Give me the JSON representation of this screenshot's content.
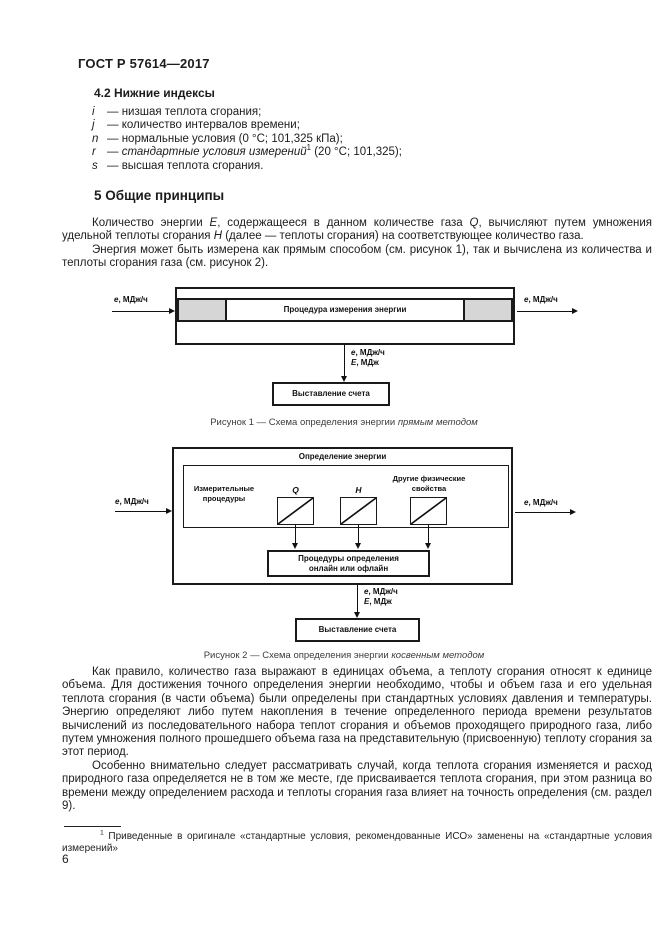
{
  "document": {
    "header": "ГОСТ Р 57614—2017",
    "page_number": "6"
  },
  "section_4_2": {
    "title": "4.2 Нижние индексы",
    "items": [
      {
        "symbol": "i",
        "segments": [
          {
            "t": "— низшая теплота сгорания;"
          }
        ]
      },
      {
        "symbol": "j",
        "segments": [
          {
            "t": "— количество интервалов времени;"
          }
        ]
      },
      {
        "symbol": "n",
        "segments": [
          {
            "t": "— нормальные условия (0 °С; 101,325 кПа);"
          }
        ]
      },
      {
        "symbol": "r",
        "segments": [
          {
            "t": "— "
          },
          {
            "t": "стандартные условия измерений",
            "i": true
          },
          {
            "t": "1",
            "sup": true
          },
          {
            "t": " (20 °С; 101,325);"
          }
        ]
      },
      {
        "symbol": "s",
        "segments": [
          {
            "t": "— высшая теплота сгорания."
          }
        ]
      }
    ]
  },
  "section_5": {
    "title": "5 Общие принципы",
    "paragraph_1": [
      {
        "t": "Количество энергии "
      },
      {
        "t": "E",
        "i": true
      },
      {
        "t": ", содержащееся в данном количестве газа "
      },
      {
        "t": "Q",
        "i": true
      },
      {
        "t": ", вычисляют путем умножения удельной теплоты сгорания "
      },
      {
        "t": "H",
        "i": true
      },
      {
        "t": " (далее — теплоты сгорания) на соответствующее количество газа."
      }
    ],
    "paragraph_2": [
      {
        "t": "Энергия может быть измерена как прямым способом (см. рисунок 1), так и вычислена из количества и теплоты сгорания газа (см. рисунок 2)."
      }
    ],
    "paragraph_3": [
      {
        "t": "Как правило, количество газа выражают в единицах объема, а теплоту сгорания относят к единице объема. Для достижения точного определения энергии необходимо, чтобы и объем газа и его удельная теплота сгорания (в части объема) были определены при стандартных условиях давления и температуры. Энергию определяют либо путем накопления в течение определенного периода времени результатов вычислений из последовательного набора теплот сгорания и объемов проходящего природного газа, либо путем умножения полного прошедшего объема газа на представительную (присвоенную) теплоту сгорания за этот период."
      }
    ],
    "paragraph_4": [
      {
        "t": "Особенно внимательно следует рассматривать случай, когда теплота сгорания изменяется и расход природного газа определяется не в том же месте, где присваивается теплота сгорания, при этом разница во времени между определением расхода и теплоты сгорания газа влияет на точность определения (см. раздел 9)."
      }
    ]
  },
  "figure_1": {
    "inlet_label": [
      {
        "t": "е",
        "i": true
      },
      {
        "t": ", МДж/ч"
      }
    ],
    "outlet_label": [
      {
        "t": "е",
        "i": true
      },
      {
        "t": ", МДж/ч"
      }
    ],
    "process_box": "Процедура измерения энергии",
    "output_label_line1": [
      {
        "t": "е",
        "i": true
      },
      {
        "t": ", МДж/ч"
      }
    ],
    "output_label_line2": [
      {
        "t": "Е",
        "i": true
      },
      {
        "t": ", МДж"
      }
    ],
    "billing_box": "Выставление счета",
    "caption": [
      {
        "t": "Рисунок 1 — Схема определения энергии "
      },
      {
        "t": "прямым методом",
        "i": true
      }
    ]
  },
  "figure_2": {
    "title": "Определение энергии",
    "measuring_label": "Измерительные процедуры",
    "box_q_label": "Q",
    "box_h_label": "H",
    "box_other_label": "Другие физические свойства",
    "processing_box": "Процедуры определения онлайн или офлайн",
    "inlet_label": [
      {
        "t": "е",
        "i": true
      },
      {
        "t": ", МДж/ч"
      }
    ],
    "outlet_label": [
      {
        "t": "е",
        "i": true
      },
      {
        "t": ", МДж/ч"
      }
    ],
    "output_label_line1": [
      {
        "t": "е",
        "i": true
      },
      {
        "t": ", МДж/ч"
      }
    ],
    "output_label_line2": [
      {
        "t": "Е",
        "i": true
      },
      {
        "t": ", МДж"
      }
    ],
    "billing_box": "Выставление счета",
    "caption": [
      {
        "t": "Рисунок 2 — Схема определения энергии "
      },
      {
        "t": "косвенным методом",
        "i": true
      }
    ]
  },
  "footnote": {
    "segments": [
      {
        "t": "1",
        "sup": true
      },
      {
        "t": " Приведенные в оригинале «стандартные условия, рекомендованные ИСО» заменены на «стандартные условия измерений»"
      }
    ]
  }
}
